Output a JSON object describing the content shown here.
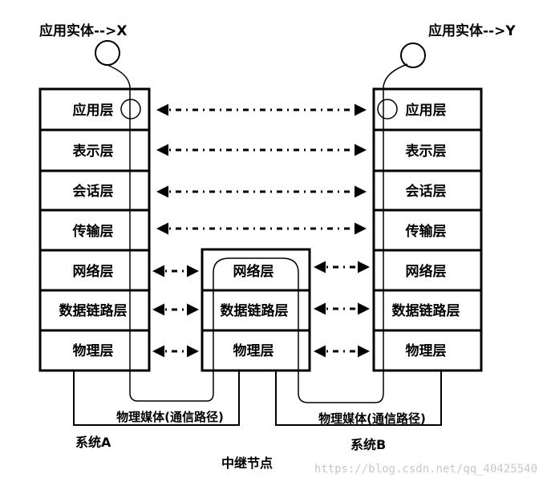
{
  "entity_left": "应用实体-->X",
  "entity_right": "应用实体-->Y",
  "layers": [
    "应用层",
    "表示层",
    "会话层",
    "传输层",
    "网络层",
    "数据链路层",
    "物理层"
  ],
  "relay_layers": [
    "网络层",
    "数据链路层",
    "物理层"
  ],
  "medium_left": "物理媒体(通信路径)",
  "medium_right": "物理媒体(通信路径)",
  "system_a": "系统A",
  "system_b": "系统B",
  "relay_node": "中继节点",
  "watermark": "https://blog.csdn.net/qq_40425540"
}
